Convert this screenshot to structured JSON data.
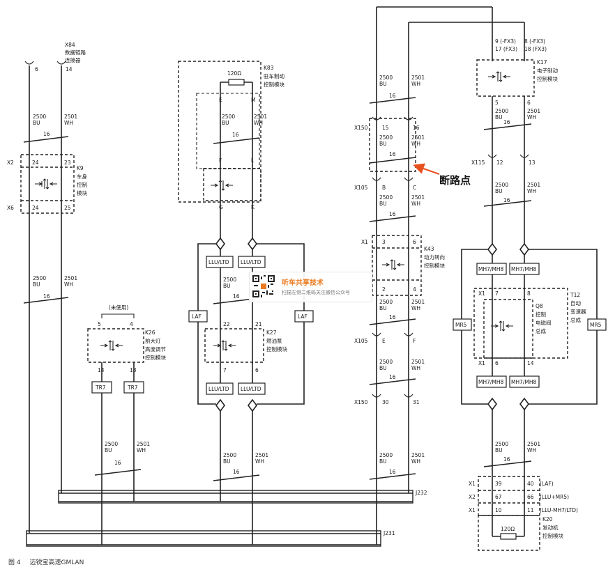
{
  "wire": {
    "bu_code": "2500",
    "bu": "BU",
    "wh_code": "2501",
    "wh": "WH",
    "gauge": "16"
  },
  "modules": {
    "x84": {
      "id": "X84",
      "name_line1": "数据链路",
      "name_line2": "连接器",
      "pin_bu": "6",
      "pin_wh": "14"
    },
    "k9": {
      "id": "K9",
      "name_line1": "车身",
      "name_line2": "控制",
      "name_line3": "模块",
      "conn_top": "X2",
      "conn_bot": "X6",
      "pin_top_bu": "24",
      "pin_top_wh": "23",
      "pin_bot_bu": "24",
      "pin_bot_wh": "25"
    },
    "k26": {
      "id": "K26",
      "name_line1": "前大灯",
      "name_line2": "高度调节",
      "name_line3": "控制模块",
      "unused": "(未使用)",
      "pin_top_bu": "5",
      "pin_top_wh": "4",
      "pin_bot_bu": "14",
      "pin_bot_wh": "13"
    },
    "k83": {
      "id": "K83",
      "name_line1": "驻车制动",
      "name_line2": "控制模块",
      "resistor": "120Ω",
      "pin_e": "E",
      "pin_m": "M",
      "pin_f": "F",
      "pin_l": "L",
      "pin_g": "G",
      "pin_k": "K"
    },
    "k27": {
      "id": "K27",
      "name_line1": "燃油泵",
      "name_line2": "控制模块",
      "pin_top_bu": "22",
      "pin_top_wh": "21",
      "pin_bot_bu": "7",
      "pin_bot_wh": "6"
    },
    "k43": {
      "id": "K43",
      "name_line1": "动力转向",
      "name_line2": "控制模块",
      "conn": "X1",
      "pin_top_bu": "3",
      "pin_top_wh": "6",
      "pin_bot_bu": "2",
      "pin_bot_wh": "4"
    },
    "k17": {
      "id": "K17",
      "name_line1": "电子制动",
      "name_line2": "控制模块",
      "opt_bu_line1": "9 (-FX3)",
      "opt_bu_line2": "17 (FX3)",
      "opt_wh_line1": "8 (-FX3)",
      "opt_wh_line2": "18 (FX3)",
      "pin_bot_bu": "5",
      "pin_bot_wh": "6"
    },
    "t12": {
      "id": "T12",
      "name_line1": "自动",
      "name_line2": "变速器",
      "name_line3": "总成",
      "q8_id": "Q8",
      "q8_line1": "控制",
      "q8_line2": "电磁阀",
      "q8_line3": "总成",
      "conn_top": "X1",
      "conn_bot": "X1",
      "pin_top_bu": "7",
      "pin_top_wh": "8",
      "pin_bot_bu": "6",
      "pin_bot_wh": "14"
    },
    "k20": {
      "id": "K20",
      "name_line1": "发动机",
      "name_line2": "控制模块",
      "resistor": "120Ω",
      "rows": [
        {
          "conn": "X1",
          "pin_bu": "39",
          "pin_wh": "40",
          "note": "(LAF)"
        },
        {
          "conn": "X2",
          "pin_bu": "67",
          "pin_wh": "66",
          "note": "(LLU+MR5)"
        },
        {
          "conn": "X1",
          "pin_bu": "10",
          "pin_wh": "11",
          "note": "(LLU-MH7/LTD)"
        }
      ]
    }
  },
  "connectors": {
    "x150_top": {
      "id": "X150",
      "pin_bu": "15",
      "pin_wh": "16"
    },
    "x105_top": {
      "id": "X105",
      "pin_bu": "B",
      "pin_wh": "C"
    },
    "x105_bot": {
      "id": "X105",
      "pin_bu": "E",
      "pin_wh": "F"
    },
    "x150_bot": {
      "id": "X150",
      "pin_bu": "30",
      "pin_wh": "31"
    },
    "x115": {
      "id": "X115",
      "pin_bu": "12",
      "pin_wh": "13"
    }
  },
  "options": {
    "llu_ltd": "LLU/LTD",
    "laf": "LAF",
    "tr7": "TR7",
    "mh7_mh8": "MH7/MH8",
    "mr5": "MR5"
  },
  "splices": {
    "j232": "J232",
    "j231": "J231"
  },
  "annotation": {
    "break_point": "断路点",
    "break_color": "#e8501e"
  },
  "watermark": {
    "title": "听车共享技术",
    "subtitle": "扫描左侧二维码关注微信公众号",
    "accent": "#ea7a1f"
  },
  "caption": {
    "figure": "图 4",
    "title": "迈锐宝高速GMLAN"
  }
}
